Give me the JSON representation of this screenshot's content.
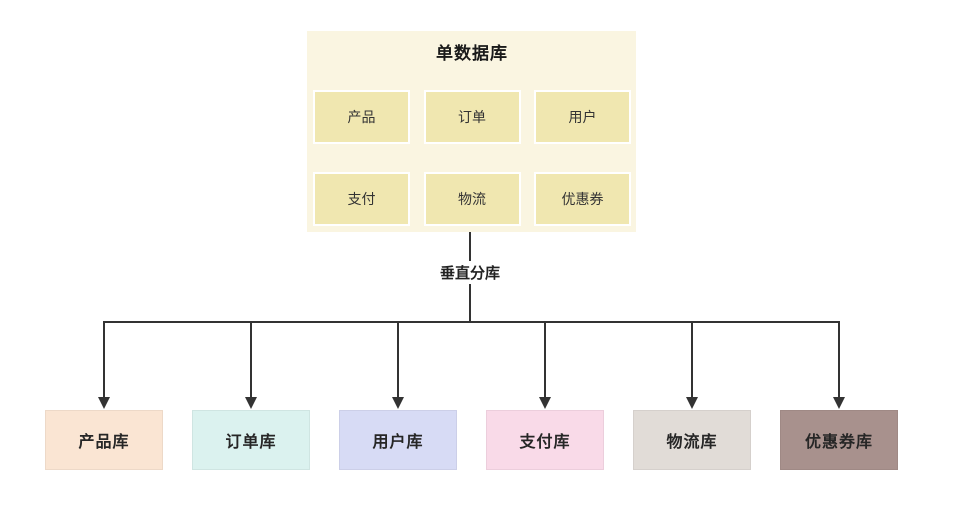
{
  "diagram": {
    "connector_color": "#333333",
    "single_db": {
      "title": "单数据库",
      "fill": "#FAF5E1",
      "cell_fill": "#F0E7B0",
      "cell_border": "#FFFFFF",
      "tables": [
        "产品",
        "订单",
        "用户",
        "支付",
        "物流",
        "优惠券"
      ]
    },
    "edge_label": "垂直分库",
    "shards": [
      {
        "label": "产品库",
        "fill": "#FAE5D3"
      },
      {
        "label": "订单库",
        "fill": "#DBF2EF"
      },
      {
        "label": "用户库",
        "fill": "#D7DBF5"
      },
      {
        "label": "支付库",
        "fill": "#F9DAE8"
      },
      {
        "label": "物流库",
        "fill": "#E1DCD7"
      },
      {
        "label": "优惠券库",
        "fill": "#A8918D"
      }
    ]
  }
}
